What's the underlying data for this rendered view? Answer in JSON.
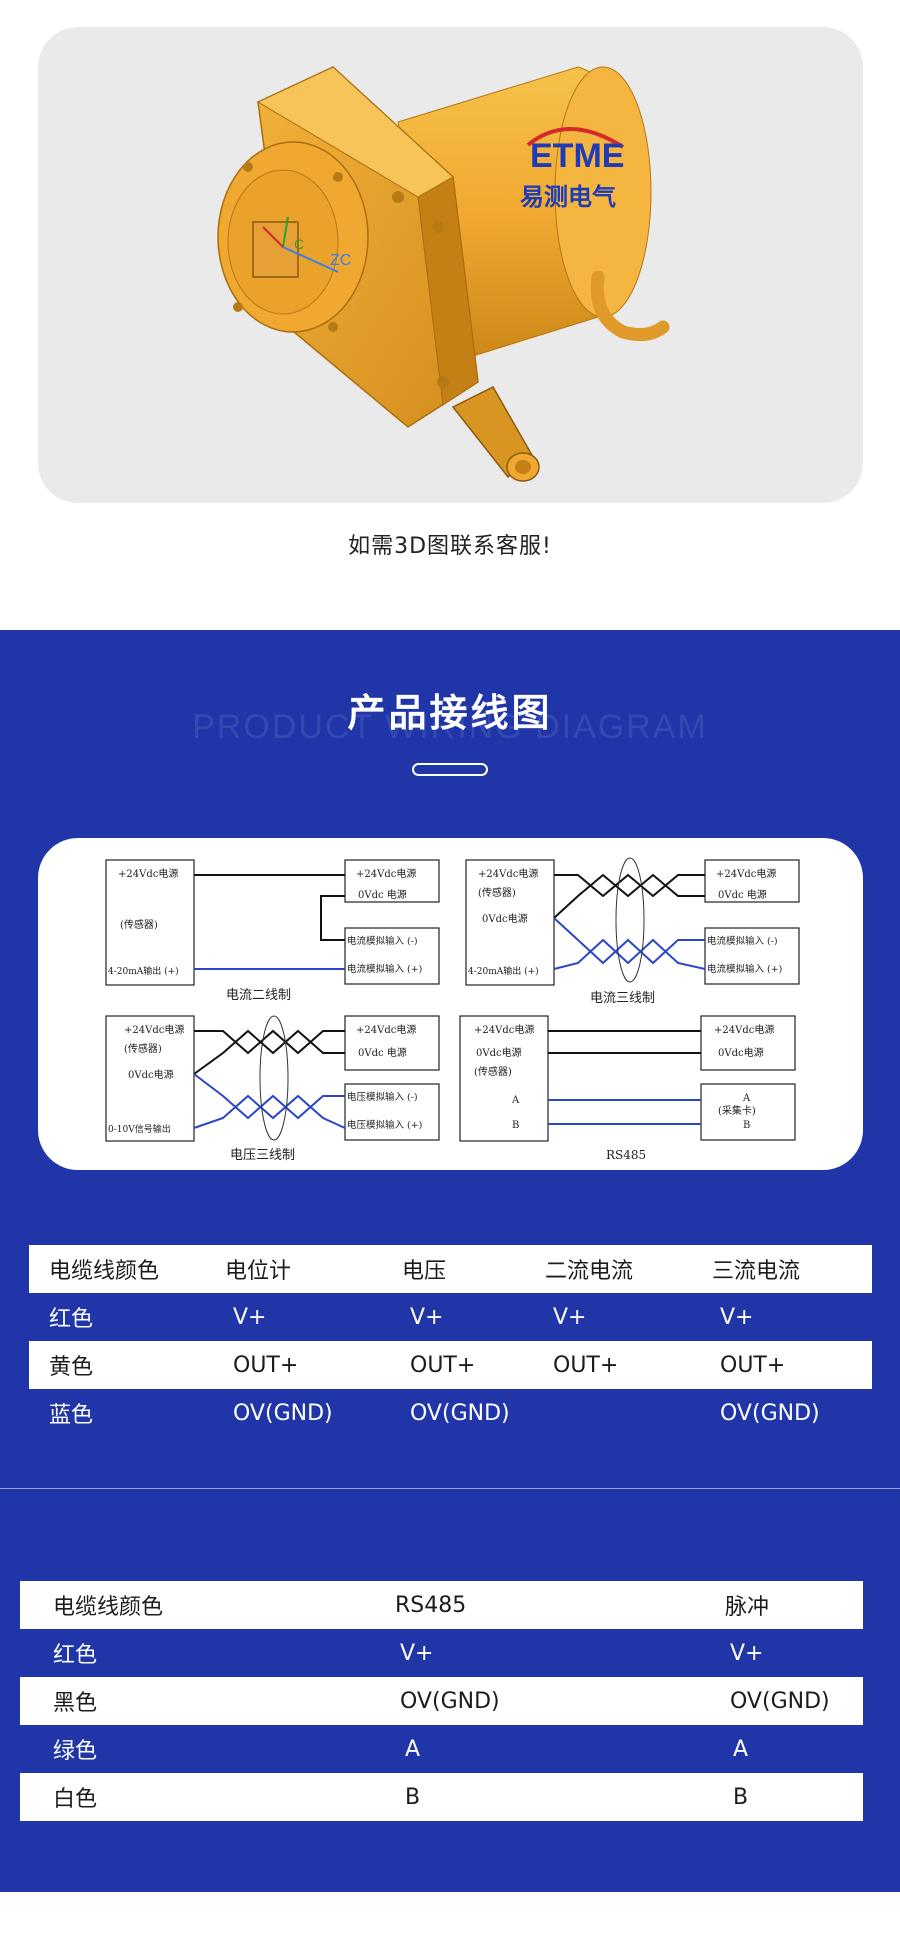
{
  "brand": {
    "logo_text": "ETME",
    "logo_cn": "易测电气",
    "axis_label_1": "ZC",
    "axis_label_2": "C"
  },
  "caption": "如需3D图联系客服!",
  "wiring_section": {
    "title": "产品接线图",
    "subtitle": "PRODUCT WIRING DIAGRAM"
  },
  "diagram": {
    "power_24v": "+24Vdc电源",
    "sensor": "(传感器)",
    "power_0v": "0Vdc电源",
    "power_0v_spaced": "0Vdc 电源",
    "current_out": "4-20mA输出 (+)",
    "voltage_out": "0-10V信号输出",
    "cur_in_neg": "电流模拟输入 (-)",
    "cur_in_pos": "电流模拟输入 (+)",
    "volt_in_neg": "电压模拟输入 (-)",
    "volt_in_pos": "电压模拟输入 (+)",
    "label_a": "A",
    "label_b": "B",
    "card": "(采集卡)",
    "two_wire_current": "电流二线制",
    "three_wire_current": "电流三线制",
    "three_wire_voltage": "电压三线制",
    "rs485": "RS485",
    "colors": {
      "black": "#111111",
      "blue": "#2b46c9"
    }
  },
  "table1": {
    "header": [
      "电缆线颜色",
      "电位计",
      "电压",
      "二流电流",
      "三流电流"
    ],
    "rows": [
      [
        "红色",
        "V+",
        "V+",
        "V+",
        "V+"
      ],
      [
        "黄色",
        "OUT+",
        "OUT+",
        "OUT+",
        "OUT+"
      ],
      [
        "蓝色",
        "OV(GND)",
        "OV(GND)",
        "",
        "OV(GND)"
      ]
    ]
  },
  "table2": {
    "header": [
      "电缆线颜色",
      "RS485",
      "脉冲"
    ],
    "rows": [
      [
        "红色",
        "V+",
        "V+"
      ],
      [
        "黑色",
        "OV(GND)",
        "OV(GND)"
      ],
      [
        "绿色",
        "A",
        "A"
      ],
      [
        "白色",
        "B",
        "B"
      ]
    ]
  },
  "colors": {
    "blue_bg": "#1f35a8",
    "product_orange": "#f0a830",
    "card_gray": "#eaeaea"
  }
}
